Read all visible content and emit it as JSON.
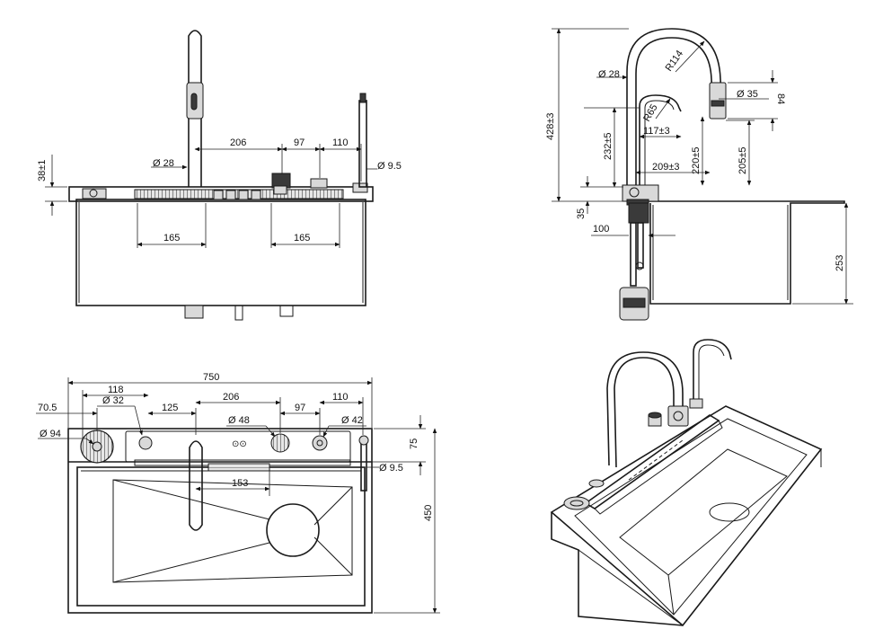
{
  "front_view": {
    "dims": {
      "height_38": "38±1",
      "faucet_dia": "Ø 28",
      "d206": "206",
      "d97": "97",
      "d110": "110",
      "side_dia": "Ø 9.5",
      "left_165": "165",
      "right_165": "165"
    }
  },
  "side_view": {
    "dims": {
      "total_height": "428±3",
      "dia_28": "Ø 28",
      "r114": "R114",
      "r65": "R65",
      "dia_35": "Ø 35",
      "d84": "84",
      "d117": "117±3",
      "d232": "232±5",
      "d220": "220±5",
      "d205": "205±5",
      "d209": "209±3",
      "d35": "35",
      "d100": "100",
      "d253": "253"
    }
  },
  "top_view": {
    "dims": {
      "d750": "750",
      "d118": "118",
      "d70_5": "70.5",
      "dia_32": "Ø 32",
      "d125": "125",
      "d206": "206",
      "d110": "110",
      "dia_94": "Ø 94",
      "dia_48": "Ø 48",
      "d97": "97",
      "dia_42": "Ø 42",
      "d75": "75",
      "dia_9_5": "Ø 9.5",
      "d153": "153",
      "d450": "450"
    }
  }
}
